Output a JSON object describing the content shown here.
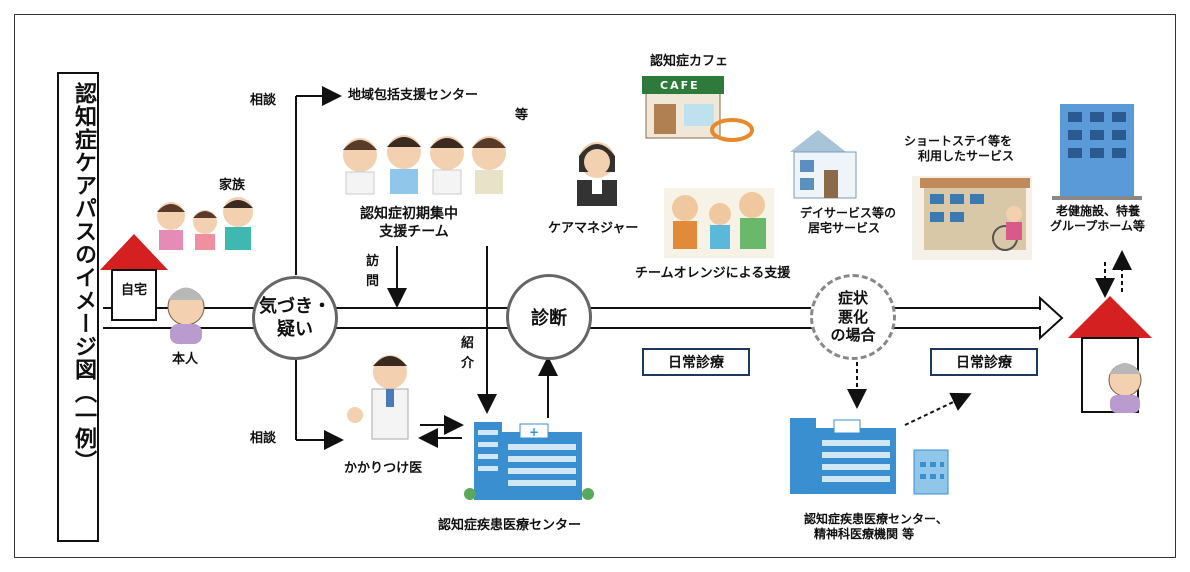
{
  "title": "認知症ケアパスのイメージ図（一例）",
  "labels": {
    "home_start": "自宅",
    "person_start": "本人",
    "family": "家族",
    "consult_upper": "相談",
    "consult_lower": "相談",
    "regional_center": "地域包括支援センター",
    "regional_center_etc": "等",
    "early_team_line1": "認知症初期集中",
    "early_team_line2": "支援チーム",
    "visit_line1": "訪",
    "visit_line2": "問",
    "referral_line1": "紹",
    "referral_line2": "介",
    "family_doctor": "かかりつけ医",
    "dementia_center": "認知症疾患医療センター",
    "dementia_cafe": "認知症カフェ",
    "cafe_sign": "CAFE",
    "care_manager": "ケアマネジャー",
    "team_orange": "チームオレンジによる支援",
    "day_service_line1": "デイサービス等の",
    "day_service_line2": "居宅サービス",
    "short_stay_line1": "ショートステイ等を",
    "short_stay_line2": "利用したサービス",
    "facility_line1": "老健施設、特養",
    "facility_line2": "グループホーム等",
    "hospital_right_line1": "認知症疾患医療センター、",
    "hospital_right_line2": "精神科医療機関 等"
  },
  "nodes": {
    "awareness_line1": "気づき・",
    "awareness_line2": "疑い",
    "diagnosis": "診断",
    "worsen_line1": "症状",
    "worsen_line2": "悪化",
    "worsen_line3": "の場合"
  },
  "boxes": {
    "daily_care_1": "日常診療",
    "daily_care_2": "日常診療"
  },
  "colors": {
    "roof": "#d42020",
    "hospital": "#3a8fd0",
    "box_border": "#1b3a5c",
    "cafe_awning": "#2d7a3a"
  }
}
